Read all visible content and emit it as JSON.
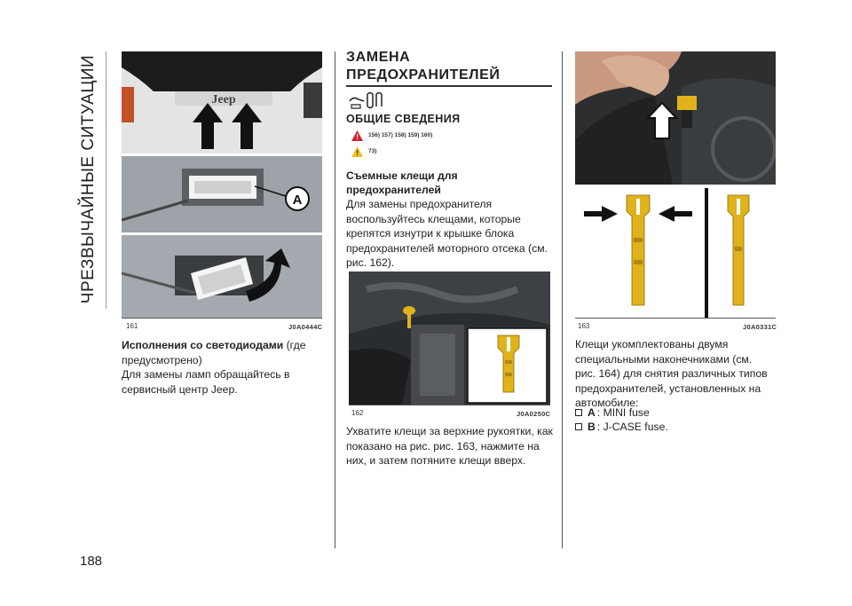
{
  "side_title": "ЧРЕЗВЫЧАЙНЫЕ СИТУАЦИИ",
  "page_number": "188",
  "col1": {
    "fig_number": "161",
    "fig_code": "J0A0444C",
    "fig_label_a": "A",
    "fig_logo": "Jeep",
    "bold_text": "Исполнения со светодиодами",
    "bold_suffix": " (где",
    "line2": "предусмотрено)",
    "line3": "Для замены ламп обращайтесь в",
    "line4": "сервисный центр Jeep."
  },
  "col2": {
    "heading_line1": "ЗАМЕНА",
    "heading_line2": "ПРЕДОХРАНИТЕЛЕЙ",
    "subheading": "ОБЩИЕ СВЕДЕНИЯ",
    "warning_refs": "156) 157) 158) 159) 160)",
    "caution_refs": "73)",
    "bold_heading_line1": "Съемные клещи для",
    "bold_heading_line2": "предохранителей",
    "p1_line1": "Для замены предохранителя",
    "p1_line2": "воспользуйтесь клещами, которые",
    "p1_line3": "крепятся изнутри к крышке блока",
    "p1_line4": "предохранителей моторного отсека (см.",
    "p1_line5": "рис. 162).",
    "fig_number": "162",
    "fig_code": "J0A0250C",
    "p2_line1": "Ухватите клещи за верхние рукоятки, как",
    "p2_line2": "показано на рис. рис. 163, нажмите на",
    "p2_line3": "них, и затем потяните клещи вверх."
  },
  "col3": {
    "fig_number": "163",
    "fig_code": "J0A0331C",
    "p_line1": "Клещи укомплектованы двумя",
    "p_line2": "специальными наконечниками (см.",
    "p_line3": "рис. 164) для снятия различных типов",
    "p_line4": "предохранителей, установленных на",
    "p_line5": "автомобиле:",
    "bullets": [
      {
        "key": "A",
        "text": ": MINI fuse"
      },
      {
        "key": "B",
        "text": ": J-CASE fuse."
      }
    ]
  },
  "colors": {
    "fuse_yellow": "#e0b21c",
    "warning_red": "#d3202a",
    "caution_yellow": "#f0c020"
  }
}
